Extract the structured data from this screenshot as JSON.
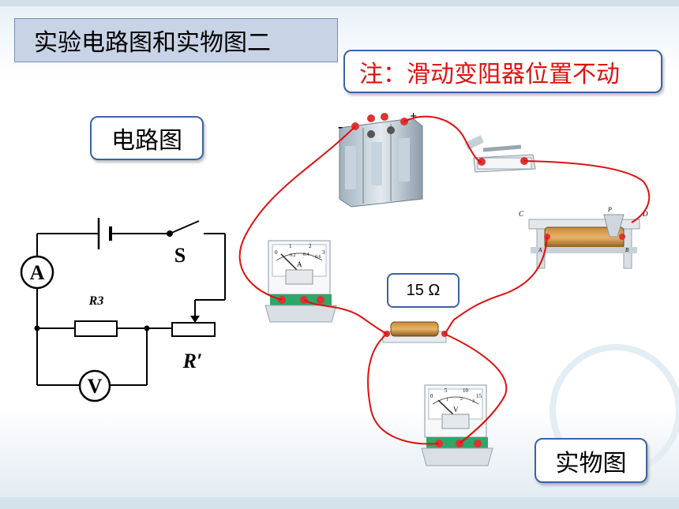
{
  "title": "实验电路图和实物图二",
  "note": "注：滑动变阻器位置不动",
  "circuit_label": "电路图",
  "physical_label": "实物图",
  "schematic": {
    "ammeter": "A",
    "voltmeter": "V",
    "switch": "S",
    "resistor": "R3",
    "rheostat": "R′"
  },
  "resistor_value": "15 Ω",
  "battery_signs": {
    "negative": "-",
    "positive": "+"
  },
  "rheostat_terminals": {
    "c": "C",
    "d": "D",
    "p": "P",
    "a": "A",
    "b": "B"
  },
  "ammeter_device": {
    "letter": "A",
    "scale": [
      "0",
      "1",
      "2",
      "3"
    ],
    "sub_scale": [
      "0.2",
      "0.4",
      "0.6"
    ]
  },
  "voltmeter_device": {
    "letter": "V",
    "scale": [
      "0",
      "5",
      "10",
      "15"
    ],
    "sub_scale": [
      "1",
      "2",
      "3"
    ]
  },
  "colors": {
    "wire": "#e01010",
    "box_border": "#3a62a8",
    "title_bg": "#c9d3e6",
    "note_text": "#e01010"
  }
}
